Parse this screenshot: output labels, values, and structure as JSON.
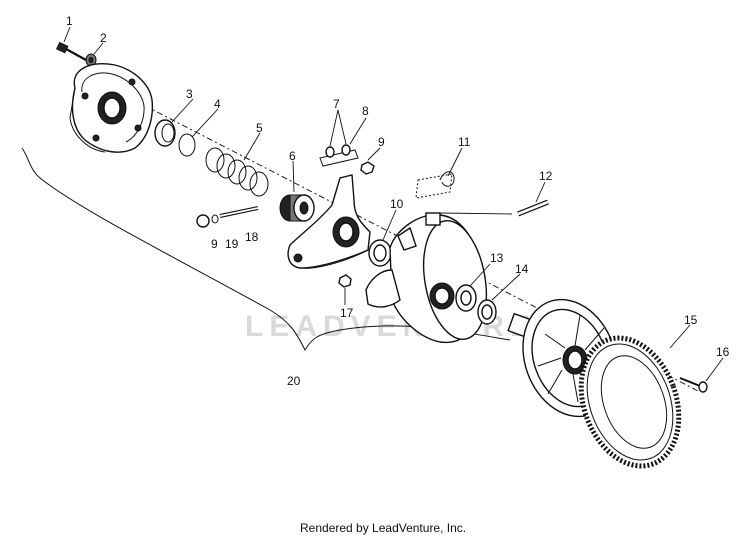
{
  "diagram": {
    "callouts": [
      "1",
      "2",
      "3",
      "4",
      "5",
      "6",
      "7",
      "8",
      "9",
      "9",
      "10",
      "11",
      "12",
      "13",
      "14",
      "15",
      "16",
      "17",
      "18",
      "19",
      "20"
    ],
    "watermark": "LEADVENTURE",
    "footer_credit": "Rendered by LeadVenture, Inc."
  }
}
